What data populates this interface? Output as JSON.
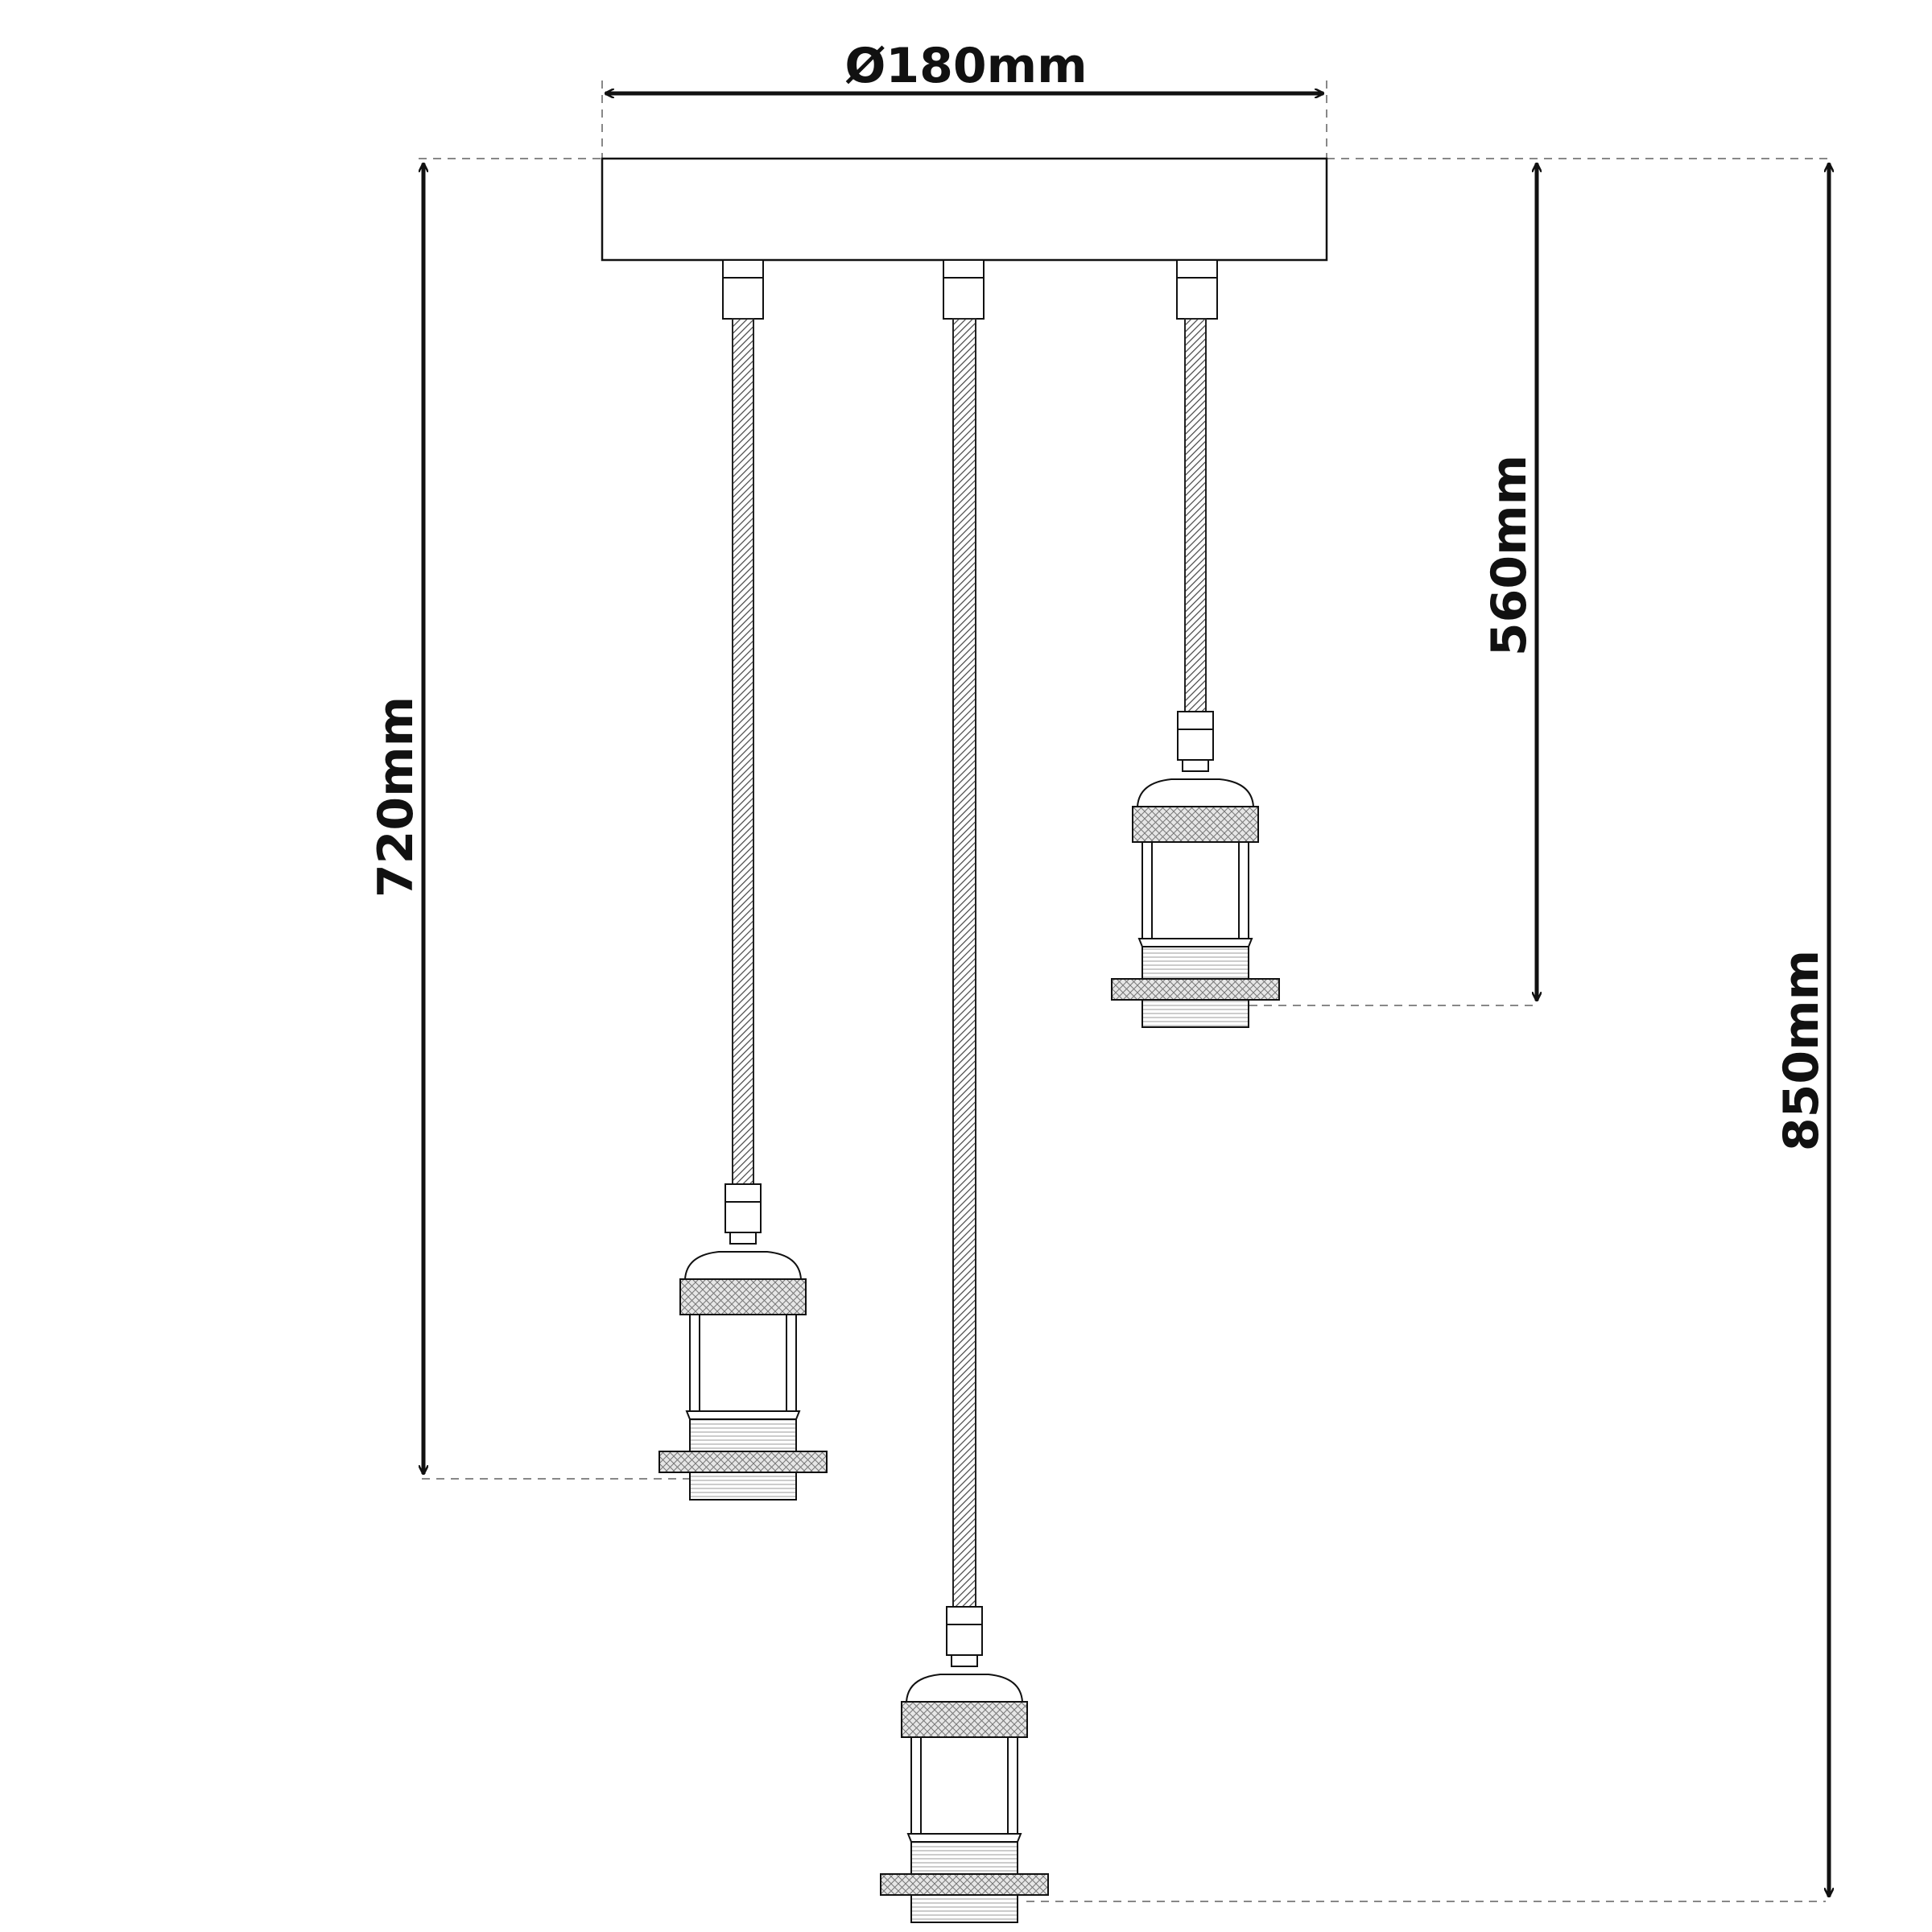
{
  "dimensions": {
    "diameter": "Ø180mm",
    "left_drop": "720mm",
    "right_drop": "560mm",
    "overall": "850mm"
  },
  "colors": {
    "line": "#111111",
    "dash": "#888888",
    "knurl": "#bdbdbd",
    "background": "#ffffff"
  }
}
